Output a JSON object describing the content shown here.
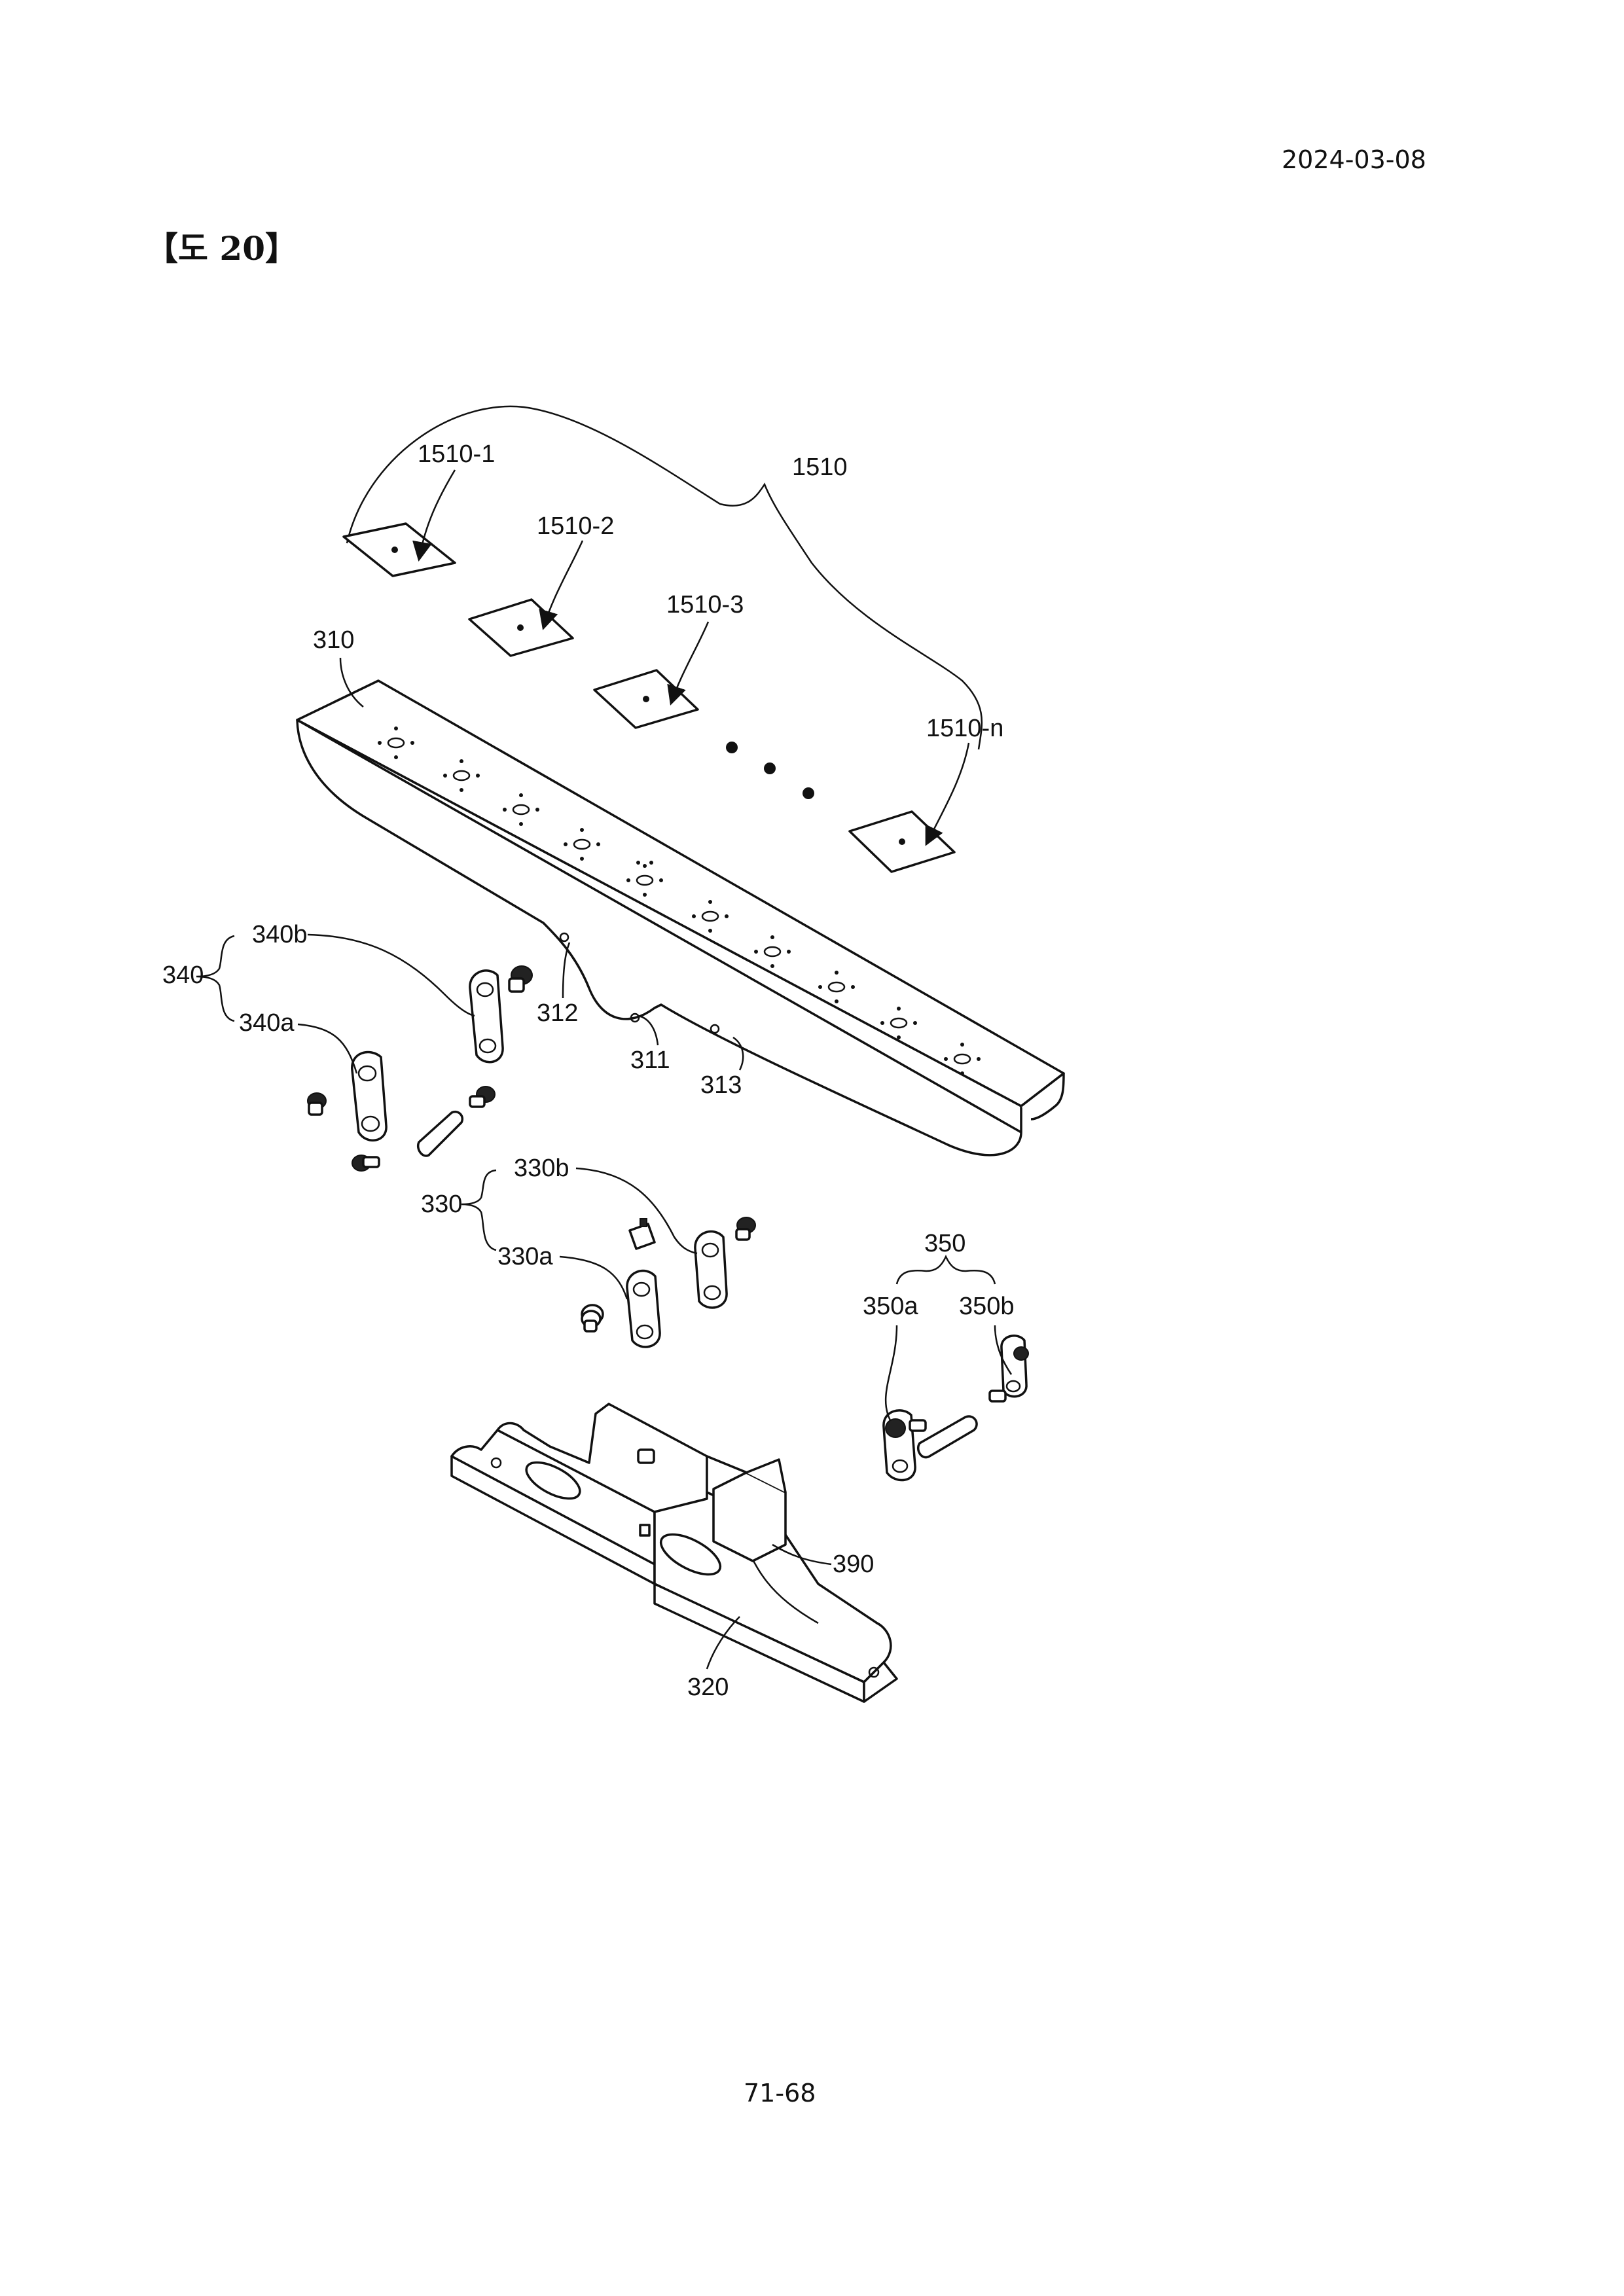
{
  "header": {
    "date": "2024-03-08",
    "figure_title": "【도 20】"
  },
  "footer": {
    "page_number": "71-68"
  },
  "labels": {
    "l1510": "1510",
    "l1510_1": "1510-1",
    "l1510_2": "1510-2",
    "l1510_3": "1510-3",
    "l1510_n": "1510-n",
    "l310": "310",
    "l311": "311",
    "l312": "312",
    "l313": "313",
    "l320": "320",
    "l330": "330",
    "l330a": "330a",
    "l330b": "330b",
    "l340": "340",
    "l340a": "340a",
    "l340b": "340b",
    "l350": "350",
    "l350a": "350a",
    "l350b": "350b",
    "l390": "390"
  }
}
